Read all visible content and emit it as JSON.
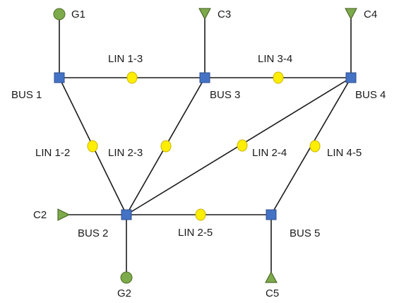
{
  "buses": {
    "bus1": "BUS 1",
    "bus2": "BUS 2",
    "bus3": "BUS 3",
    "bus4": "BUS 4",
    "bus5": "BUS 5"
  },
  "lines": {
    "l13": "LIN 1-3",
    "l34": "LIN 3-4",
    "l12": "LIN 1-2",
    "l23": "LIN 2-3",
    "l24": "LIN 2-4",
    "l45": "LIN 4-5",
    "l25": "LIN 2-5"
  },
  "generators": {
    "g1": "G1",
    "g2": "G2"
  },
  "loads": {
    "c2": "C2",
    "c3": "C3",
    "c4": "C4",
    "c5": "C5"
  },
  "colors": {
    "bus": "#4472c4",
    "line_marker": "#ffee00",
    "generator": "#7daa4a",
    "load": "#7daa4a",
    "wire": "#1a1a1a"
  }
}
